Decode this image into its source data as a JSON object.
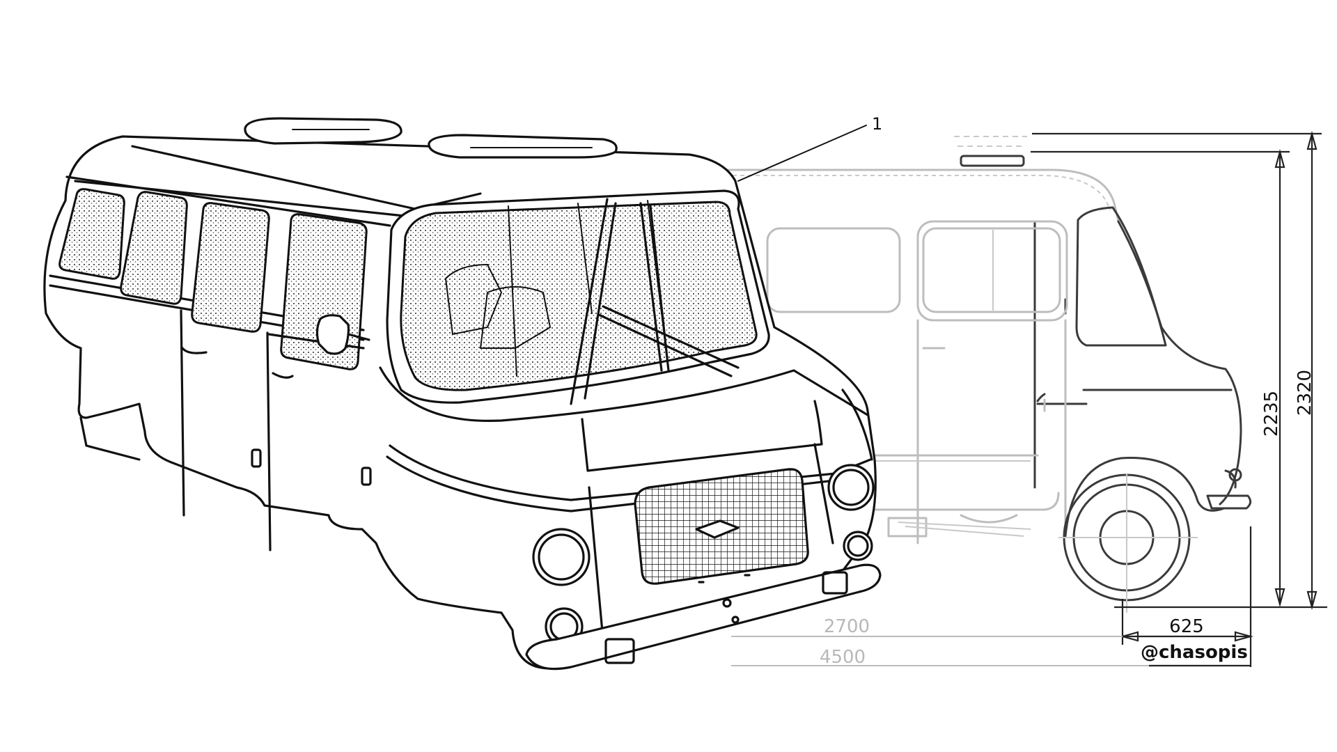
{
  "callout": {
    "label": "1"
  },
  "dimensions": {
    "height_inner": "2235",
    "height_outer": "2320",
    "overhang": "625",
    "wheelbase": "2700",
    "length": "4500"
  },
  "credit": "@chasopis"
}
